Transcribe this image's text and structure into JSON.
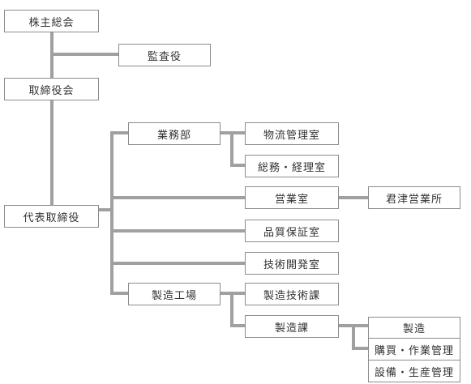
{
  "org_chart": {
    "shareholders_meeting": "株主総会",
    "auditor": "監査役",
    "board": "取締役会",
    "president": "代表取締役",
    "business_dept": "業務部",
    "logistics_office": "物流管理室",
    "general_affairs": "総務・経理室",
    "sales_office": "営業室",
    "kimitsu_office": "君津営業所",
    "quality_office": "品質保証室",
    "tech_dev_office": "技術開発室",
    "factory": "製造工場",
    "mfg_tech_section": "製造技術課",
    "mfg_section": "製造課",
    "mfg_units": [
      "製造",
      "購買・作業管理",
      "設備・生産管理"
    ]
  },
  "colors": {
    "line": "#a0a0a0",
    "border": "#8c8c8c",
    "text": "#333333"
  }
}
